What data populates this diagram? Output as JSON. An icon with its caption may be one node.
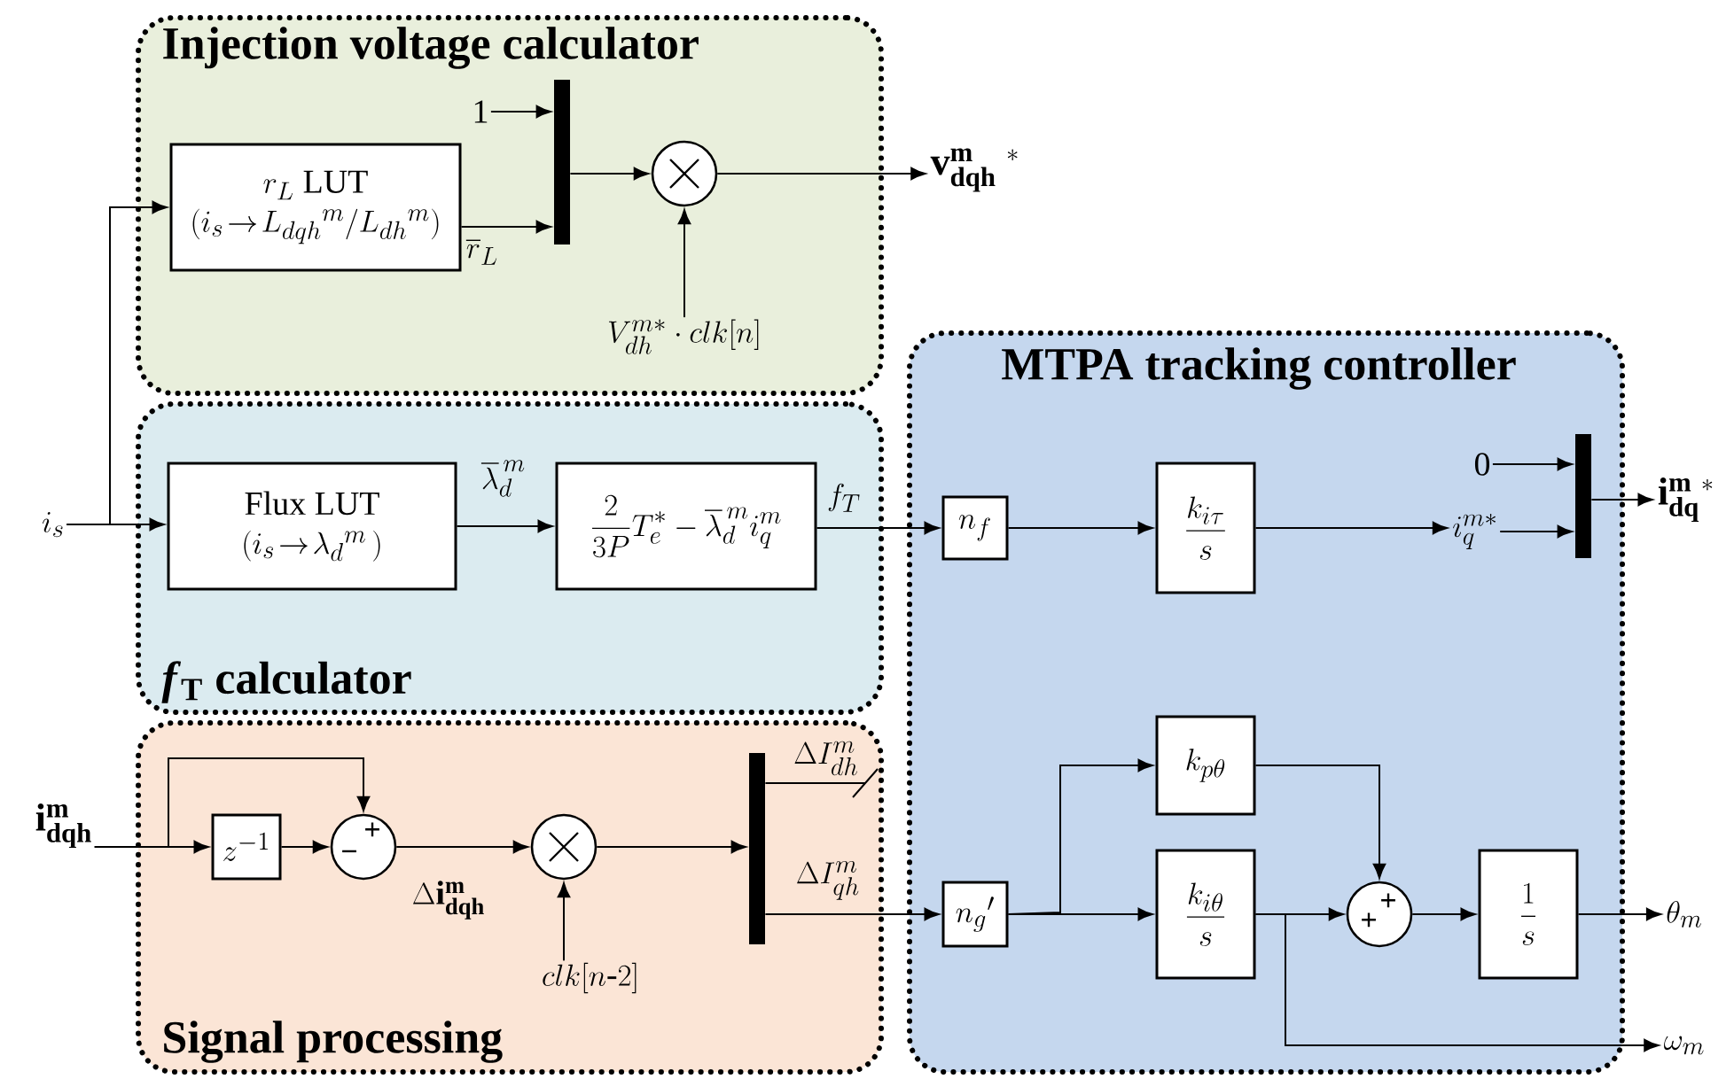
{
  "diagram": {
    "nodes": [
      {
        "text": [
          "Injection voltage calculator"
        ]
      },
      {
        "text": [
          "r_L\\ \\mathrm{LUT}",
          "(i_s\\!\\rightarrow\\! L_{dqh}{}^{m}/L_{dh}{}^{m})"
        ],
        "in": 0
      },
      {
        "text": [],
        "shape": "bar",
        "in": 0
      },
      {
        "text": [],
        "shape": "circle",
        "in": 0
      },
      {
        "text": [
          "1"
        ],
        "in": 0
      },
      {
        "text": [
          "V_{dh}^{m*}\\cdot clk[n]"
        ],
        "in": 0
      },
      {
        "text": [
          "\\mathbf{v}_{\\mathbf{dqh}}^{\\mathbf{m}}\\ {}^{*}"
        ]
      },
      {
        "text": [
          "*f*$_{T}$ calculator"
        ]
      },
      {
        "text": [
          "Flux LUT",
          "(i_s\\!\\rightarrow\\!\\lambda_d{}^{m}\\,)"
        ],
        "in": 7
      },
      {
        "text": [
          "\\frac{2}{3P}T_e^{*}-\\overline{\\lambda}_d^{\\,m}i_q^{m}"
        ],
        "in": 7
      },
      {
        "text": [
          "Signal processing"
        ]
      },
      {
        "text": [
          "z^{-1}"
        ],
        "in": 10
      },
      {
        "text": [
          "+",
          "−"
        ],
        "in": 10
      },
      {
        "text": [],
        "shape": "circle",
        "in": 10
      },
      {
        "text": [
          "clk[n\\text{-}2]"
        ],
        "in": 10
      },
      {
        "text": [],
        "shape": "bar",
        "in": 10
      },
      {
        "text": [
          "\\mathbf{i}_{\\mathbf{dqh}}^{\\mathbf{m}}"
        ]
      },
      {
        "text": [
          "MTPA tracking controller"
        ]
      },
      {
        "text": [
          "n_f"
        ],
        "in": 17
      },
      {
        "text": [
          "\\frac{k_{i\\tau}}{s}"
        ],
        "in": 17
      },
      {
        "text": [
          "i_q^{m*}"
        ],
        "in": 17
      },
      {
        "text": [
          "0"
        ],
        "in": 17
      },
      {
        "text": [],
        "shape": "bar",
        "in": 17
      },
      {
        "text": [
          "\\mathbf{i}_{\\mathbf{dq}}^{\\mathbf{m}\\ *}"
        ]
      },
      {
        "text": [
          "n_g{}'"
        ],
        "in": 17
      },
      {
        "text": [
          "k_{p\\theta}"
        ],
        "in": 17
      },
      {
        "text": [
          "\\frac{k_{i\\theta}}{s}"
        ],
        "in": 17
      },
      {
        "text": [
          "+",
          "+"
        ],
        "in": 17
      },
      {
        "text": [
          "\\frac{1}{s}"
        ],
        "in": 17
      },
      {
        "text": [
          "\\theta_m"
        ]
      },
      {
        "text": [
          "\\omega_m"
        ]
      },
      {
        "text": [
          "i_s"
        ]
      }
    ],
    "edges": [
      {
        "from": 31,
        "to": 8,
        "arrow": "to"
      },
      {
        "from": 31,
        "to": 1,
        "arrow": "to"
      },
      {
        "from": 1,
        "to": 2,
        "arrow": "to",
        "label": "\\overline{r}_L"
      },
      {
        "from": 4,
        "to": 2,
        "arrow": "to"
      },
      {
        "from": 2,
        "to": 3,
        "arrow": "to"
      },
      {
        "from": 5,
        "to": 3,
        "arrow": "to"
      },
      {
        "from": 3,
        "to": 6,
        "arrow": "to"
      },
      {
        "from": 8,
        "to": 9,
        "arrow": "to",
        "label": "\\overline{\\lambda}_d^{\\,m}"
      },
      {
        "from": 9,
        "to": 18,
        "arrow": "to",
        "label": "f_T"
      },
      {
        "from": 18,
        "to": 19,
        "arrow": "to"
      },
      {
        "from": 19,
        "to": 20,
        "arrow": "to"
      },
      {
        "from": 21,
        "to": 22,
        "arrow": "to"
      },
      {
        "from": 20,
        "to": 22,
        "arrow": "to"
      },
      {
        "from": 22,
        "to": 23,
        "arrow": "to"
      },
      {
        "from": 16,
        "to": 11,
        "arrow": "to"
      },
      {
        "from": 16,
        "to": 12,
        "arrow": "to"
      },
      {
        "from": 11,
        "to": 12,
        "arrow": "to"
      },
      {
        "from": 12,
        "to": 13,
        "arrow": "to",
        "label": "\\Delta\\mathbf{i}_{\\mathbf{dqh}}^{\\mathbf{m}}"
      },
      {
        "from": 14,
        "to": 13,
        "arrow": "to"
      },
      {
        "from": 13,
        "to": 15,
        "arrow": "to"
      },
      {
        "from": 15,
        "to": null,
        "arrow": "none",
        "label": "\\Delta I_{dh}^{m}"
      },
      {
        "from": 15,
        "to": 24,
        "arrow": "to",
        "label": "\\Delta I_{qh}^{m}"
      },
      {
        "from": 24,
        "to": 25,
        "arrow": "to"
      },
      {
        "from": 24,
        "to": 26,
        "arrow": "to"
      },
      {
        "from": 25,
        "to": 27,
        "arrow": "to"
      },
      {
        "from": 26,
        "to": 27,
        "arrow": "to"
      },
      {
        "from": 27,
        "to": 28,
        "arrow": "to"
      },
      {
        "from": 28,
        "to": 29,
        "arrow": "to"
      },
      {
        "from": 26,
        "to": 30,
        "arrow": "to"
      }
    ]
  }
}
